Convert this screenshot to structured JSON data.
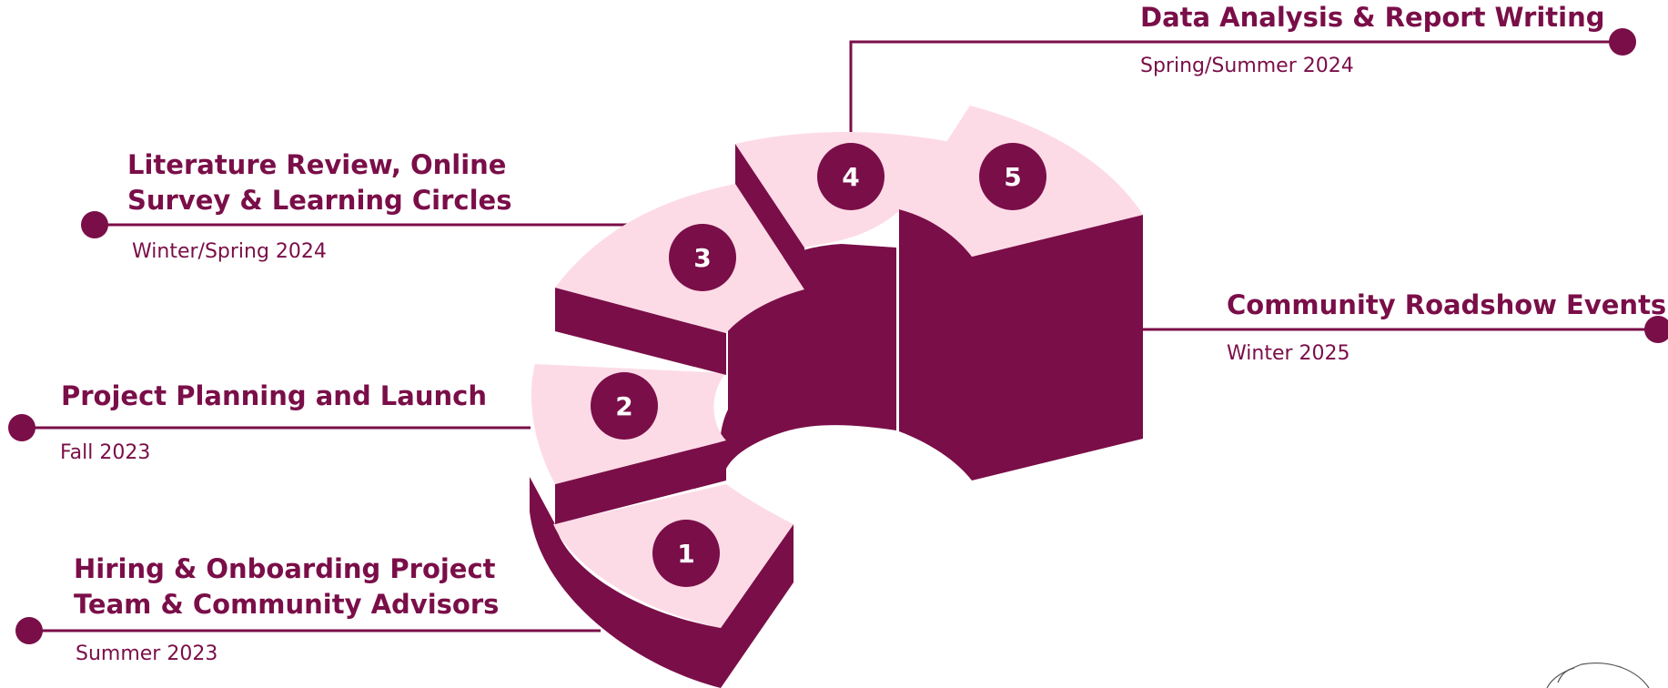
{
  "colors": {
    "primary": "#7a0e48",
    "light": "#fddbe6",
    "white": "#ffffff"
  },
  "stages": [
    {
      "number": "1",
      "title": "Hiring & Onboarding Project\nTeam & Community Advisors",
      "date": "Summer 2023"
    },
    {
      "number": "2",
      "title": "Project Planning and Launch",
      "date": "Fall 2023"
    },
    {
      "number": "3",
      "title": "Literature Review, Online\nSurvey & Learning Circles",
      "date": "Winter/Spring 2024"
    },
    {
      "number": "4",
      "title": "Data Analysis & Report Writing",
      "date": "Spring/Summer 2024"
    },
    {
      "number": "5",
      "title": "Community Roadshow Events",
      "date": "Winter 2025"
    }
  ]
}
